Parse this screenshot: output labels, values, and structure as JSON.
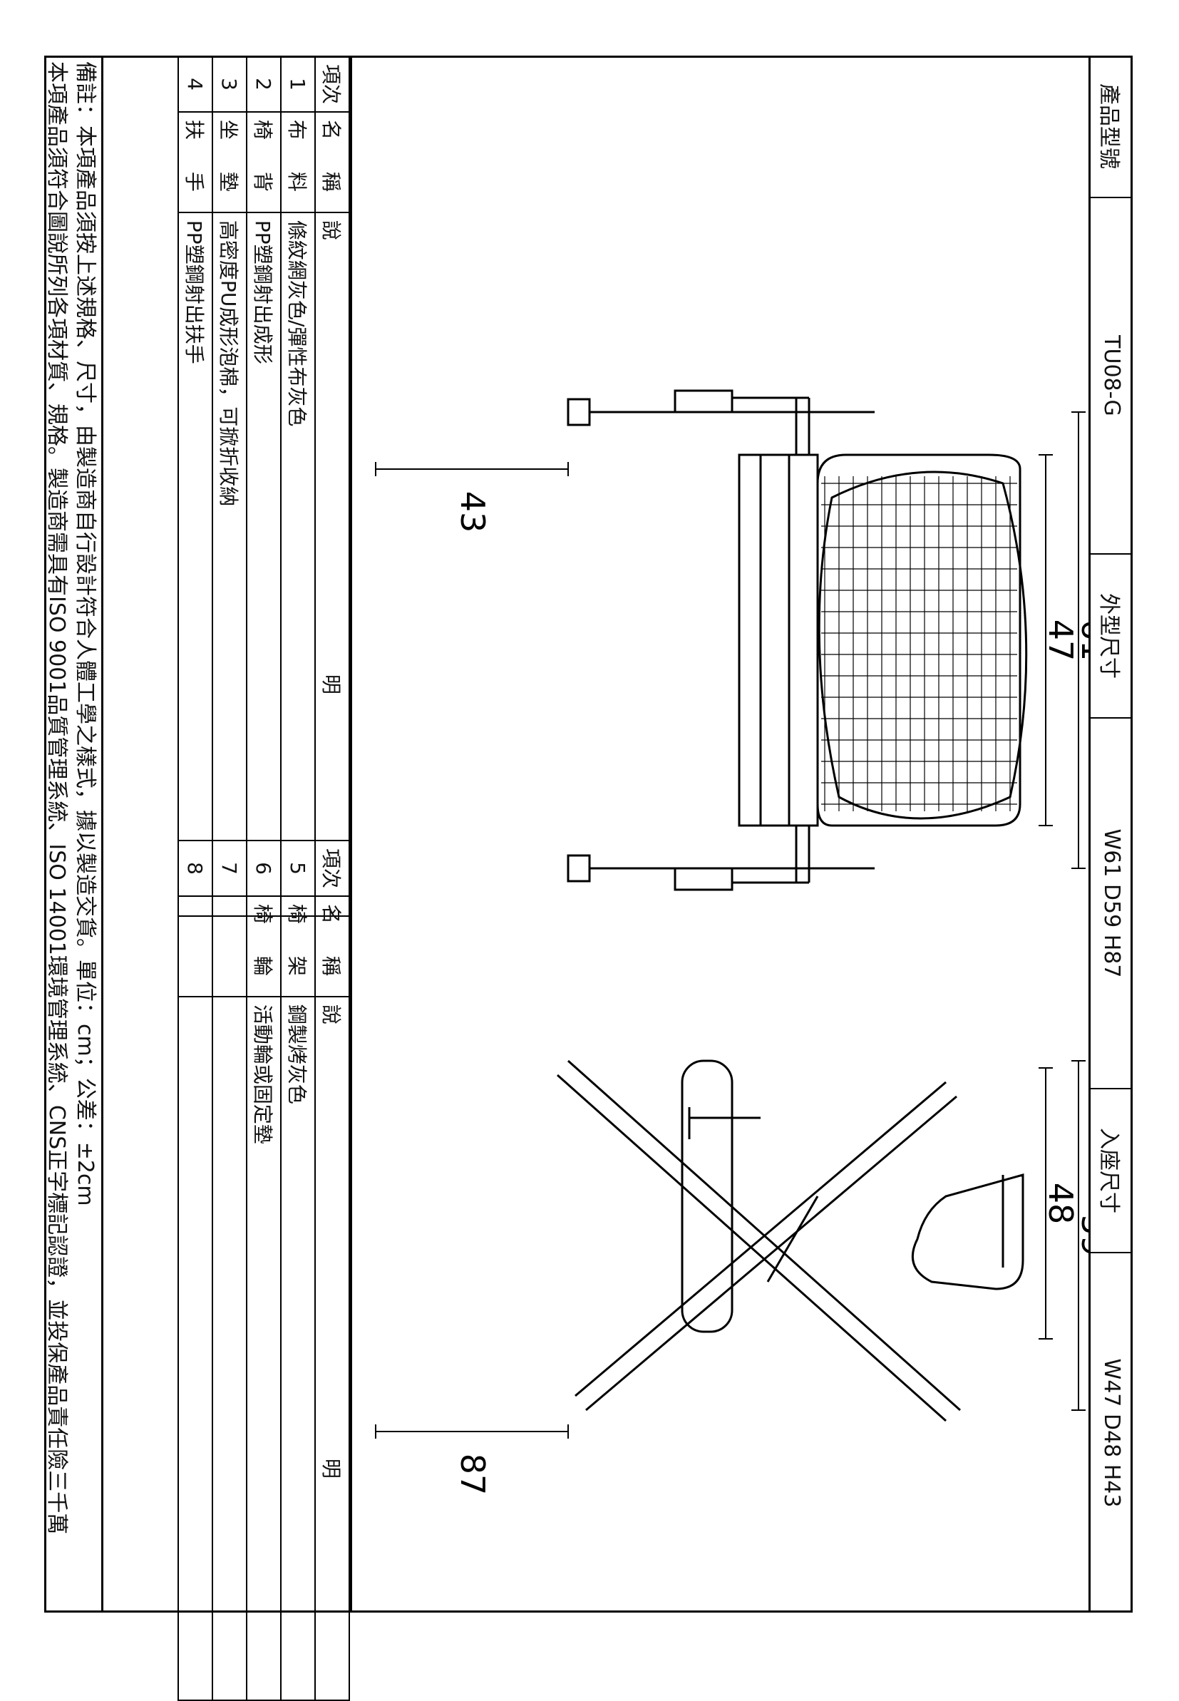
{
  "header": {
    "model_label": "產品型號",
    "model_value": "TU08-G",
    "outer_size_label": "外型尺寸",
    "outer_size_value": "W61 D59 H87",
    "seat_size_label": "入座尺寸",
    "seat_size_value": "W47 D48 H43"
  },
  "dimensions": {
    "width_total": "61",
    "width_seat": "47",
    "height_seat": "43",
    "depth_total": "59",
    "depth_seat": "48",
    "height_total": "87"
  },
  "table": {
    "headers": {
      "no": "項次",
      "name": "名 稱",
      "desc": "說 明"
    },
    "left_rows": [
      {
        "no": "1",
        "name": "布 料",
        "desc": "條紋網灰色/彈性布灰色"
      },
      {
        "no": "2",
        "name": "椅 背",
        "desc": "PP塑鋼射出成形"
      },
      {
        "no": "3",
        "name": "坐 墊",
        "desc": "高密度PU成形泡棉，可掀折收納"
      },
      {
        "no": "4",
        "name": "扶 手",
        "desc": "PP塑鋼射出扶手"
      }
    ],
    "right_rows": [
      {
        "no": "5",
        "name": "椅 架",
        "desc": "鋼製烤灰色"
      },
      {
        "no": "6",
        "name": "椅 輪",
        "desc": "活動輪或固定墊"
      },
      {
        "no": "7",
        "name": "",
        "desc": ""
      },
      {
        "no": "8",
        "name": "",
        "desc": ""
      }
    ]
  },
  "notes": {
    "line1": "備註：本項產品須按上述規格、尺寸，由製造商自行設計符合人體工學之樣式，據以製造交貨。單位：cm；公差：±2cm",
    "line2": "本項產品須符合圖說所列各項材質、規格。製造商需具有ISO 9001品質管理系統、ISO 14001環境管理系統、CNS正字標記認證，並投保產品責任險三千萬"
  }
}
